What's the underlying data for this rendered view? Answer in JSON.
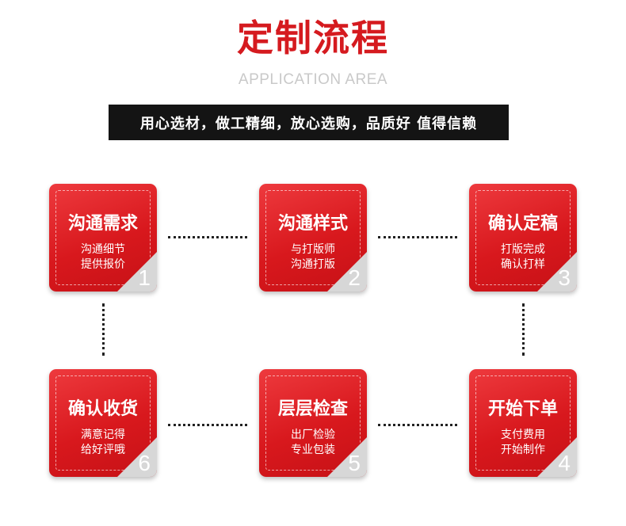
{
  "header": {
    "title": "定制流程",
    "subtitle": "APPLICATION AREA",
    "banner": "用心选材，做工精细，放心选购，品质好 值得信赖"
  },
  "colors": {
    "accent": "#d51a1f",
    "banner_bg": "#141414",
    "corner": "#d7d7d7"
  },
  "steps": [
    {
      "heading": "沟通需求",
      "line1": "沟通细节",
      "line2": "提供报价",
      "number": "1"
    },
    {
      "heading": "沟通样式",
      "line1": "与打版师",
      "line2": "沟通打版",
      "number": "2"
    },
    {
      "heading": "确认定稿",
      "line1": "打版完成",
      "line2": "确认打样",
      "number": "3"
    },
    {
      "heading": "开始下单",
      "line1": "支付费用",
      "line2": "开始制作",
      "number": "4"
    },
    {
      "heading": "层层检查",
      "line1": "出厂检验",
      "line2": "专业包装",
      "number": "5"
    },
    {
      "heading": "确认收货",
      "line1": "满意记得",
      "line2": "给好评哦",
      "number": "6"
    }
  ]
}
